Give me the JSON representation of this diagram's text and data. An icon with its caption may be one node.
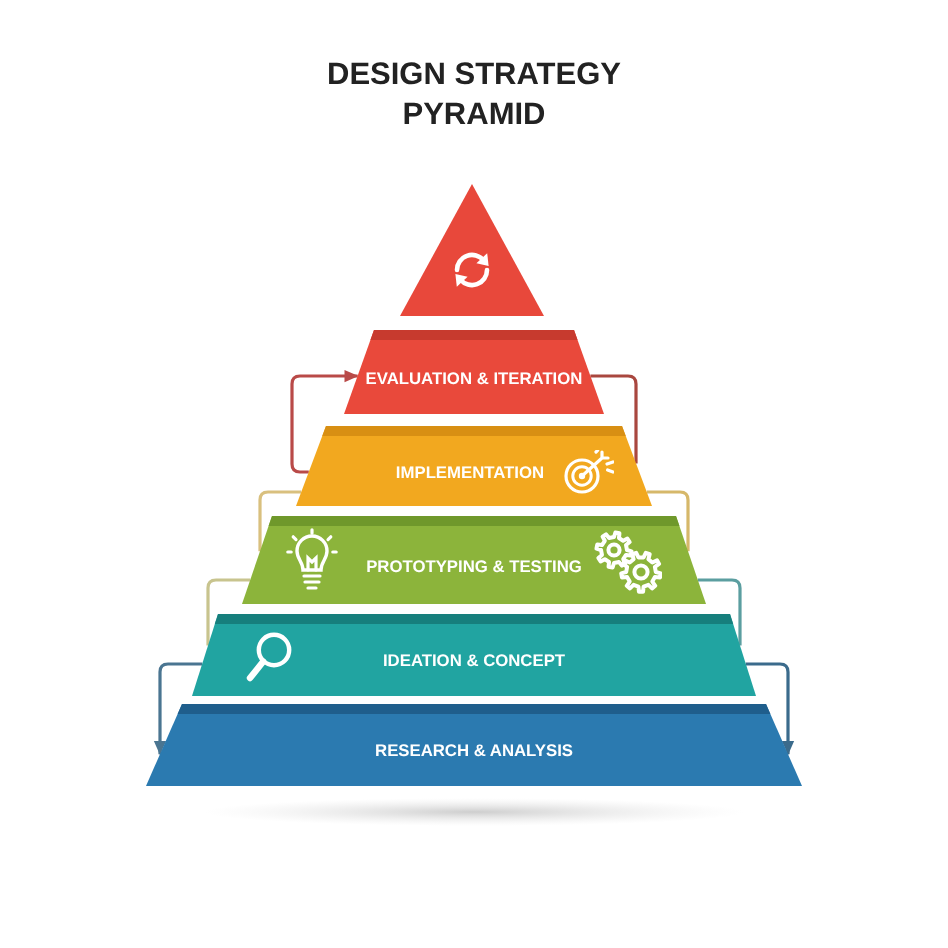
{
  "diagram": {
    "title": "DESIGN STRATEGY PYRAMID",
    "nodes": [
      {
        "text": [],
        "shape": "triangle"
      },
      {
        "text": [
          "EVALUATION & ITERATION"
        ]
      },
      {
        "text": [
          "IMPLEMENTATION"
        ]
      },
      {
        "text": [
          "PROTOTYPING & TESTING"
        ]
      },
      {
        "text": [
          "IDEATION & CONCEPT"
        ]
      },
      {
        "text": [
          "RESEARCH & ANALYSIS"
        ]
      }
    ],
    "edges": [
      {
        "from": 2,
        "to": 1,
        "arrow": "to",
        "color": "#b94a48"
      },
      {
        "from": 1,
        "to": 2,
        "arrow": "none",
        "color": "#a9473f"
      },
      {
        "from": 2,
        "to": 3,
        "arrow": "none",
        "color": "#d9c07e"
      },
      {
        "from": 2,
        "to": 3,
        "arrow": "none",
        "color": "#d6b86a"
      },
      {
        "from": 3,
        "to": 4,
        "arrow": "none",
        "color": "#c8c48e"
      },
      {
        "from": 3,
        "to": 4,
        "arrow": "none",
        "color": "#5b9ea0"
      },
      {
        "from": 4,
        "to": 5,
        "arrow": "to",
        "color": "#4a7591"
      },
      {
        "from": 4,
        "to": 5,
        "arrow": "to",
        "color": "#3b6b8c"
      }
    ]
  }
}
